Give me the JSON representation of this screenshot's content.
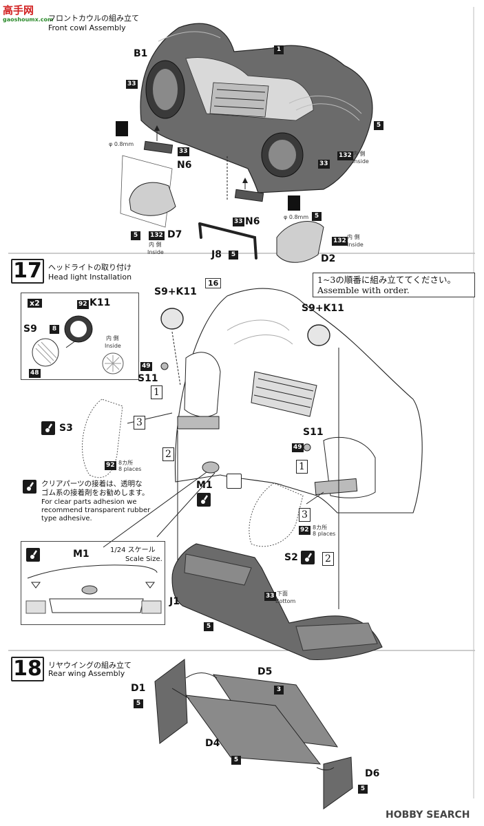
{
  "watermark": {
    "top_logo": "高手网",
    "top_url": "gaoshoumx.com",
    "bottom": "HOBBY SEARCH"
  },
  "step16": {
    "title_jp": "フロントカウルの組み立て",
    "title_en": "Front cowl Assembly"
  },
  "step17": {
    "number": "17",
    "title_jp": "ヘッドライトの取り付け",
    "title_en": "Head light Installation"
  },
  "step18": {
    "number": "18",
    "title_jp": "リヤウイングの組み立て",
    "title_en": "Rear wing Assembly"
  },
  "parts": {
    "b1": "B1",
    "n6a": "N6",
    "n6b": "N6",
    "d7": "D7",
    "j8": "J8",
    "d2": "D2",
    "s9k11_left": "S9+K11",
    "s9k11_right": "S9+K11",
    "k11": "K11",
    "s9": "S9",
    "s11_left": "S11",
    "s11_right": "S11",
    "s3": "S3",
    "s2": "S2",
    "m1": "M1",
    "m1_inset": "M1",
    "j1": "J1",
    "d1": "D1",
    "d5": "D5",
    "d4": "D4",
    "d6": "D6",
    "part16": "16"
  },
  "colors": {
    "c1": "1",
    "c5a": "5",
    "c33a": "33",
    "c33b": "33",
    "c132a": "132",
    "c33c": "33",
    "c5b": "5",
    "c132b": "132",
    "c33d": "33",
    "c5c": "5",
    "c5d": "5",
    "c5e": "5",
    "c92a": "92",
    "c8": "8",
    "c48": "48",
    "c49a": "49",
    "c49b": "49",
    "c92b": "92",
    "c92c": "92",
    "c33e": "33",
    "c5f": "5",
    "c3": "3",
    "c5g": "5",
    "c5h": "5",
    "c5i": "5"
  },
  "text": {
    "inside_jp": "内 側",
    "inside_en": "Inside",
    "phi08": "φ 0.8mm",
    "x2": "x2",
    "places_jp": "8カ所",
    "places_en": "8 places",
    "bottom_jp": "下面",
    "bottom_en": "Bottom",
    "order_jp": "1~3の順番に組み立ててください。",
    "order_en": "Assemble with order.",
    "clear_jp_1": "クリアパーツの接着は、透明な",
    "clear_jp_2": "ゴム系の接着剤をお勧めします。",
    "clear_en_1": "For clear parts adhesion we",
    "clear_en_2": "recommend transparent rubber",
    "clear_en_3": "type adhesive.",
    "scale_jp": "1/24 スケール",
    "scale_en": "Scale Size.",
    "n1": "1",
    "n2": "2",
    "n3": "3"
  }
}
